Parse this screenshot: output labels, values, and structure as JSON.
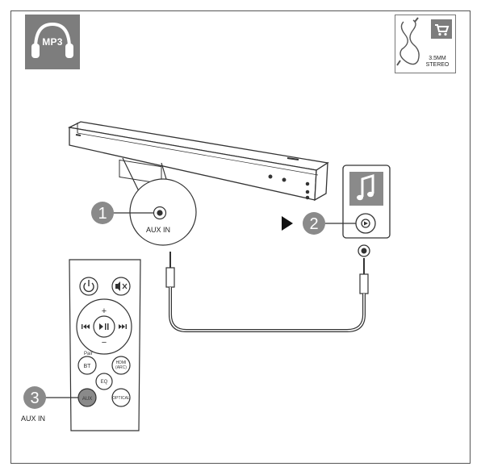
{
  "badge": {
    "text": "MP3",
    "icon": "headphones-icon",
    "color": "#7d7d7d"
  },
  "accessory": {
    "label_line1": "3.5MM",
    "label_line2": "STEREO",
    "icon": "shopping-cart-icon"
  },
  "steps": [
    {
      "number": "1",
      "label": "AUX IN"
    },
    {
      "number": "2"
    },
    {
      "number": "3",
      "label": "AUX IN"
    }
  ],
  "remote": {
    "buttons": {
      "plus": "+",
      "minus": "−",
      "pair": "Pair",
      "bt": "BT",
      "hdmi_line1": "HDMI",
      "hdmi_line2": "(ARC)",
      "eq": "EQ",
      "aux": "AUX",
      "optical": "OPTICAL"
    }
  },
  "colors": {
    "step_circle": "#8a8a8a",
    "stroke": "#333333"
  }
}
